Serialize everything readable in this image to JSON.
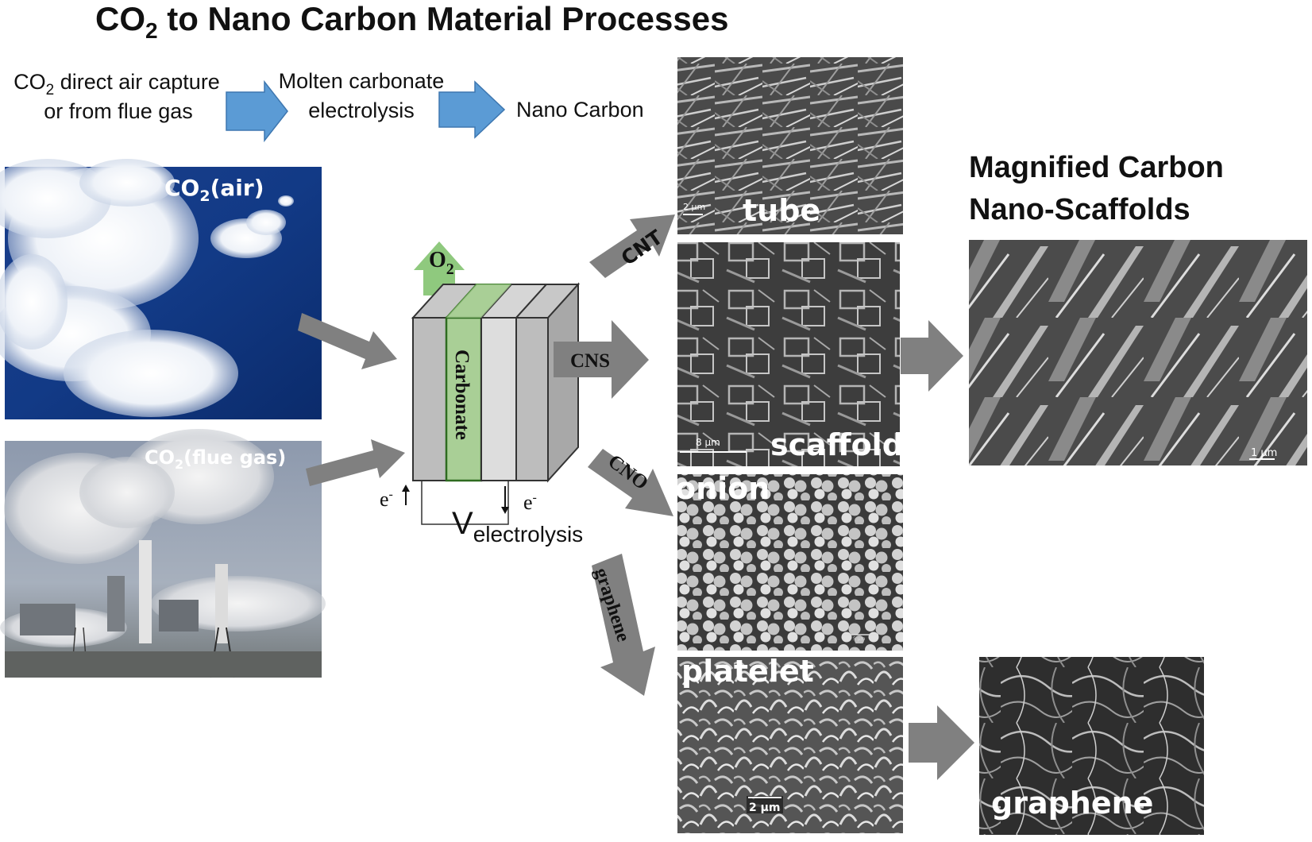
{
  "title": {
    "main_pre": "CO",
    "main_sub": "2",
    "main_post": " to Nano Carbon Material Processes"
  },
  "flow": {
    "step1_line1_pre": "CO",
    "step1_line1_sub": "2",
    "step1_line1_post": " direct air capture",
    "step1_line2": "or from flue gas",
    "step2_line1": "Molten carbonate",
    "step2_line2": "electrolysis",
    "step3": "Nano Carbon",
    "arrow_color": "#5b9bd5"
  },
  "sources": {
    "air_pre": "CO",
    "air_sub": "2",
    "air_post": "(air)",
    "flue_pre": "CO",
    "flue_sub": "2",
    "flue_post": "(flue gas)"
  },
  "cell": {
    "o2_pre": "O",
    "o2_sub": "2",
    "electrolyte": "Carbonate",
    "electron_left": "e",
    "electron_right": "e",
    "electron_sup": "-",
    "voltage_main": "V",
    "voltage_sub": "electrolysis",
    "o2_arrow_color": "#8fc97e",
    "electrolyte_color": "#a9cf96"
  },
  "routes": {
    "cnt": "CNT",
    "cns": "CNS",
    "cno": "CNO",
    "graphene": "graphene",
    "arrow_color": "#808080"
  },
  "micrographs": {
    "tube": {
      "label": "tube",
      "scale": "2 µm"
    },
    "scaffold": {
      "label": "scaffold",
      "scale": "8 µm"
    },
    "onion": {
      "label": "onion",
      "scale": "5 µm"
    },
    "platelet": {
      "label": "platelet",
      "scale": "2 µm"
    }
  },
  "magnified": {
    "title_line1": "Magnified Carbon",
    "title_line2": "Nano-Scaffolds",
    "scale": "1 µm",
    "graphene_label": "graphene"
  }
}
